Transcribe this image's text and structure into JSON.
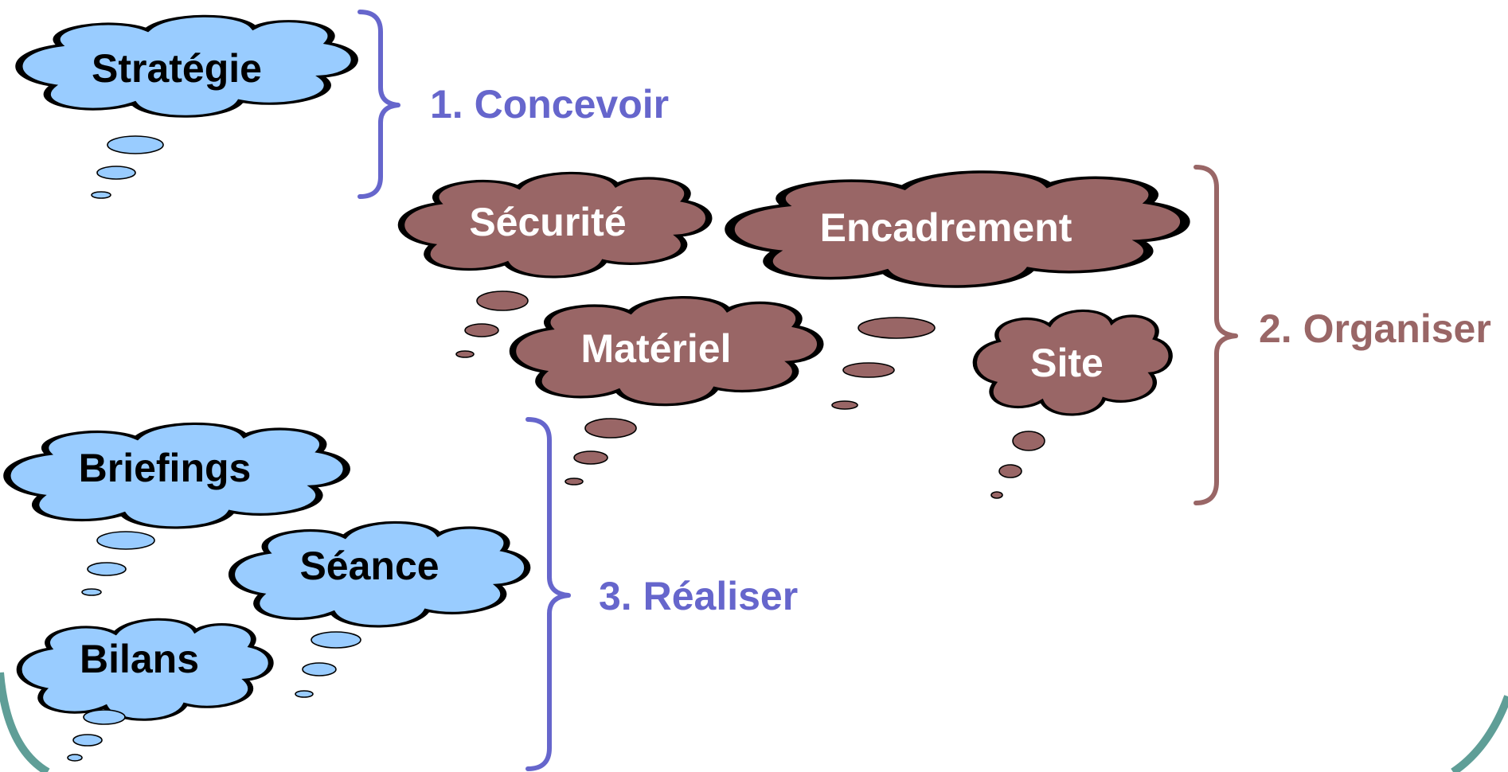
{
  "colors": {
    "blue_cloud": "#99CCFF",
    "brown_cloud": "#996666",
    "blue_group": "#6666CC",
    "brown_group": "#996666",
    "frame": "#5F9E97",
    "dark_text": "#000000",
    "light_text": "#FFFFFF"
  },
  "clouds": {
    "strategie": "Stratégie",
    "securite": "Sécurité",
    "encadrement": "Encadrement",
    "materiel": "Matériel",
    "site": "Site",
    "briefings": "Briefings",
    "seance": "Séance",
    "bilans": "Bilans"
  },
  "groups": {
    "concevoir": "1. Concevoir",
    "organiser": "2. Organiser",
    "realiser": "3. Réaliser"
  }
}
